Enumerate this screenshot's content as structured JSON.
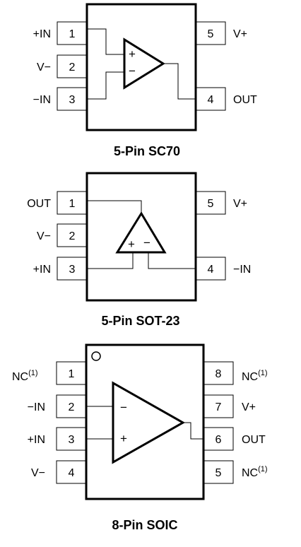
{
  "colors": {
    "stroke": "#000000",
    "background": "#ffffff"
  },
  "sc70": {
    "caption": "5-Pin SC70",
    "pins": [
      {
        "num": "1",
        "label": "+IN"
      },
      {
        "num": "2",
        "label": "V−"
      },
      {
        "num": "3",
        "label": "−IN"
      },
      {
        "num": "5",
        "label": "V+"
      },
      {
        "num": "4",
        "label": "OUT"
      }
    ],
    "plus": "+",
    "minus": "−"
  },
  "sot23": {
    "caption": "5-Pin SOT-23",
    "pins": [
      {
        "num": "1",
        "label": "OUT"
      },
      {
        "num": "2",
        "label": "V−"
      },
      {
        "num": "3",
        "label": "+IN"
      },
      {
        "num": "5",
        "label": "V+"
      },
      {
        "num": "4",
        "label": "−IN"
      }
    ],
    "plus": "+",
    "minus": "−"
  },
  "soic": {
    "caption": "8-Pin SOIC",
    "pins": [
      {
        "num": "1",
        "label": "NC",
        "sup": "(1)"
      },
      {
        "num": "2",
        "label": "−IN"
      },
      {
        "num": "3",
        "label": "+IN"
      },
      {
        "num": "4",
        "label": "V−"
      },
      {
        "num": "8",
        "label": "NC",
        "sup": "(1)"
      },
      {
        "num": "7",
        "label": "V+"
      },
      {
        "num": "6",
        "label": "OUT"
      },
      {
        "num": "5",
        "label": "NC",
        "sup": "(1)"
      }
    ],
    "plus": "+",
    "minus": "−"
  }
}
